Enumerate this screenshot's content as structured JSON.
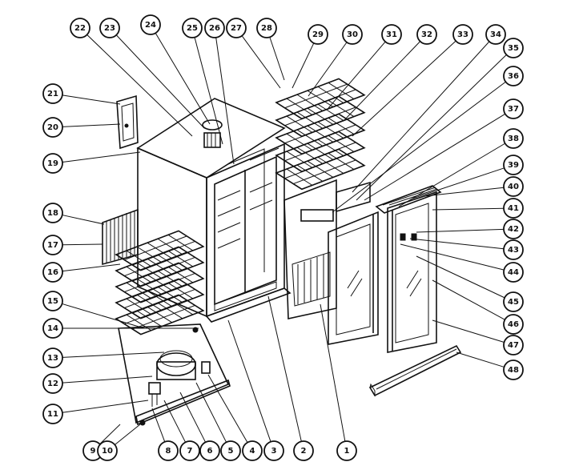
{
  "diagram": {
    "callouts": [
      "1",
      "2",
      "3",
      "4",
      "5",
      "6",
      "7",
      "8",
      "9",
      "10",
      "11",
      "12",
      "13",
      "14",
      "15",
      "16",
      "17",
      "18",
      "19",
      "20",
      "21",
      "22",
      "23",
      "24",
      "25",
      "26",
      "27",
      "28",
      "29",
      "30",
      "31",
      "32",
      "33",
      "34",
      "35",
      "36",
      "37",
      "38",
      "39",
      "40",
      "41",
      "42",
      "43",
      "44",
      "45",
      "46",
      "47",
      "48"
    ]
  }
}
